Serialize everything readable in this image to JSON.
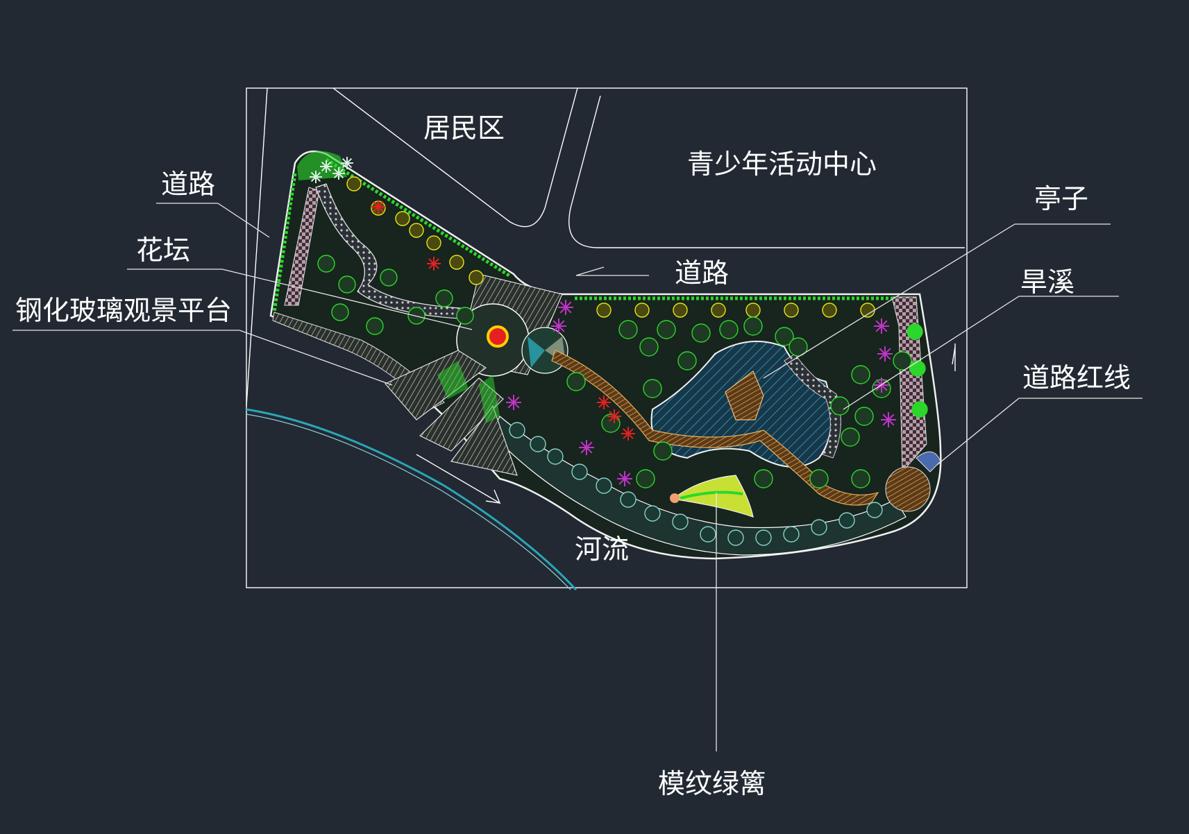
{
  "labels": {
    "residential": "居民区",
    "youth_center": "青少年活动中心",
    "road_left": "道路",
    "road_center": "道路",
    "flower_bed": "花坛",
    "glass_platform": "钢化玻璃观景平台",
    "pavilion": "亭子",
    "dry_creek": "旱溪",
    "red_line": "道路红线",
    "river": "河流",
    "hedge": "模纹绿篱"
  },
  "colors": {
    "background": "#222933",
    "park_fill": "#18241e",
    "tree_green": "#2bd72b",
    "shrub_yellow": "#e6e61a",
    "flower_red": "#e62020",
    "flower_magenta": "#c034c8",
    "water": "#2aa7b8",
    "path_orange": "#d49a3c",
    "hedge_yellow": "#c8e033",
    "line": "#ffffff"
  }
}
